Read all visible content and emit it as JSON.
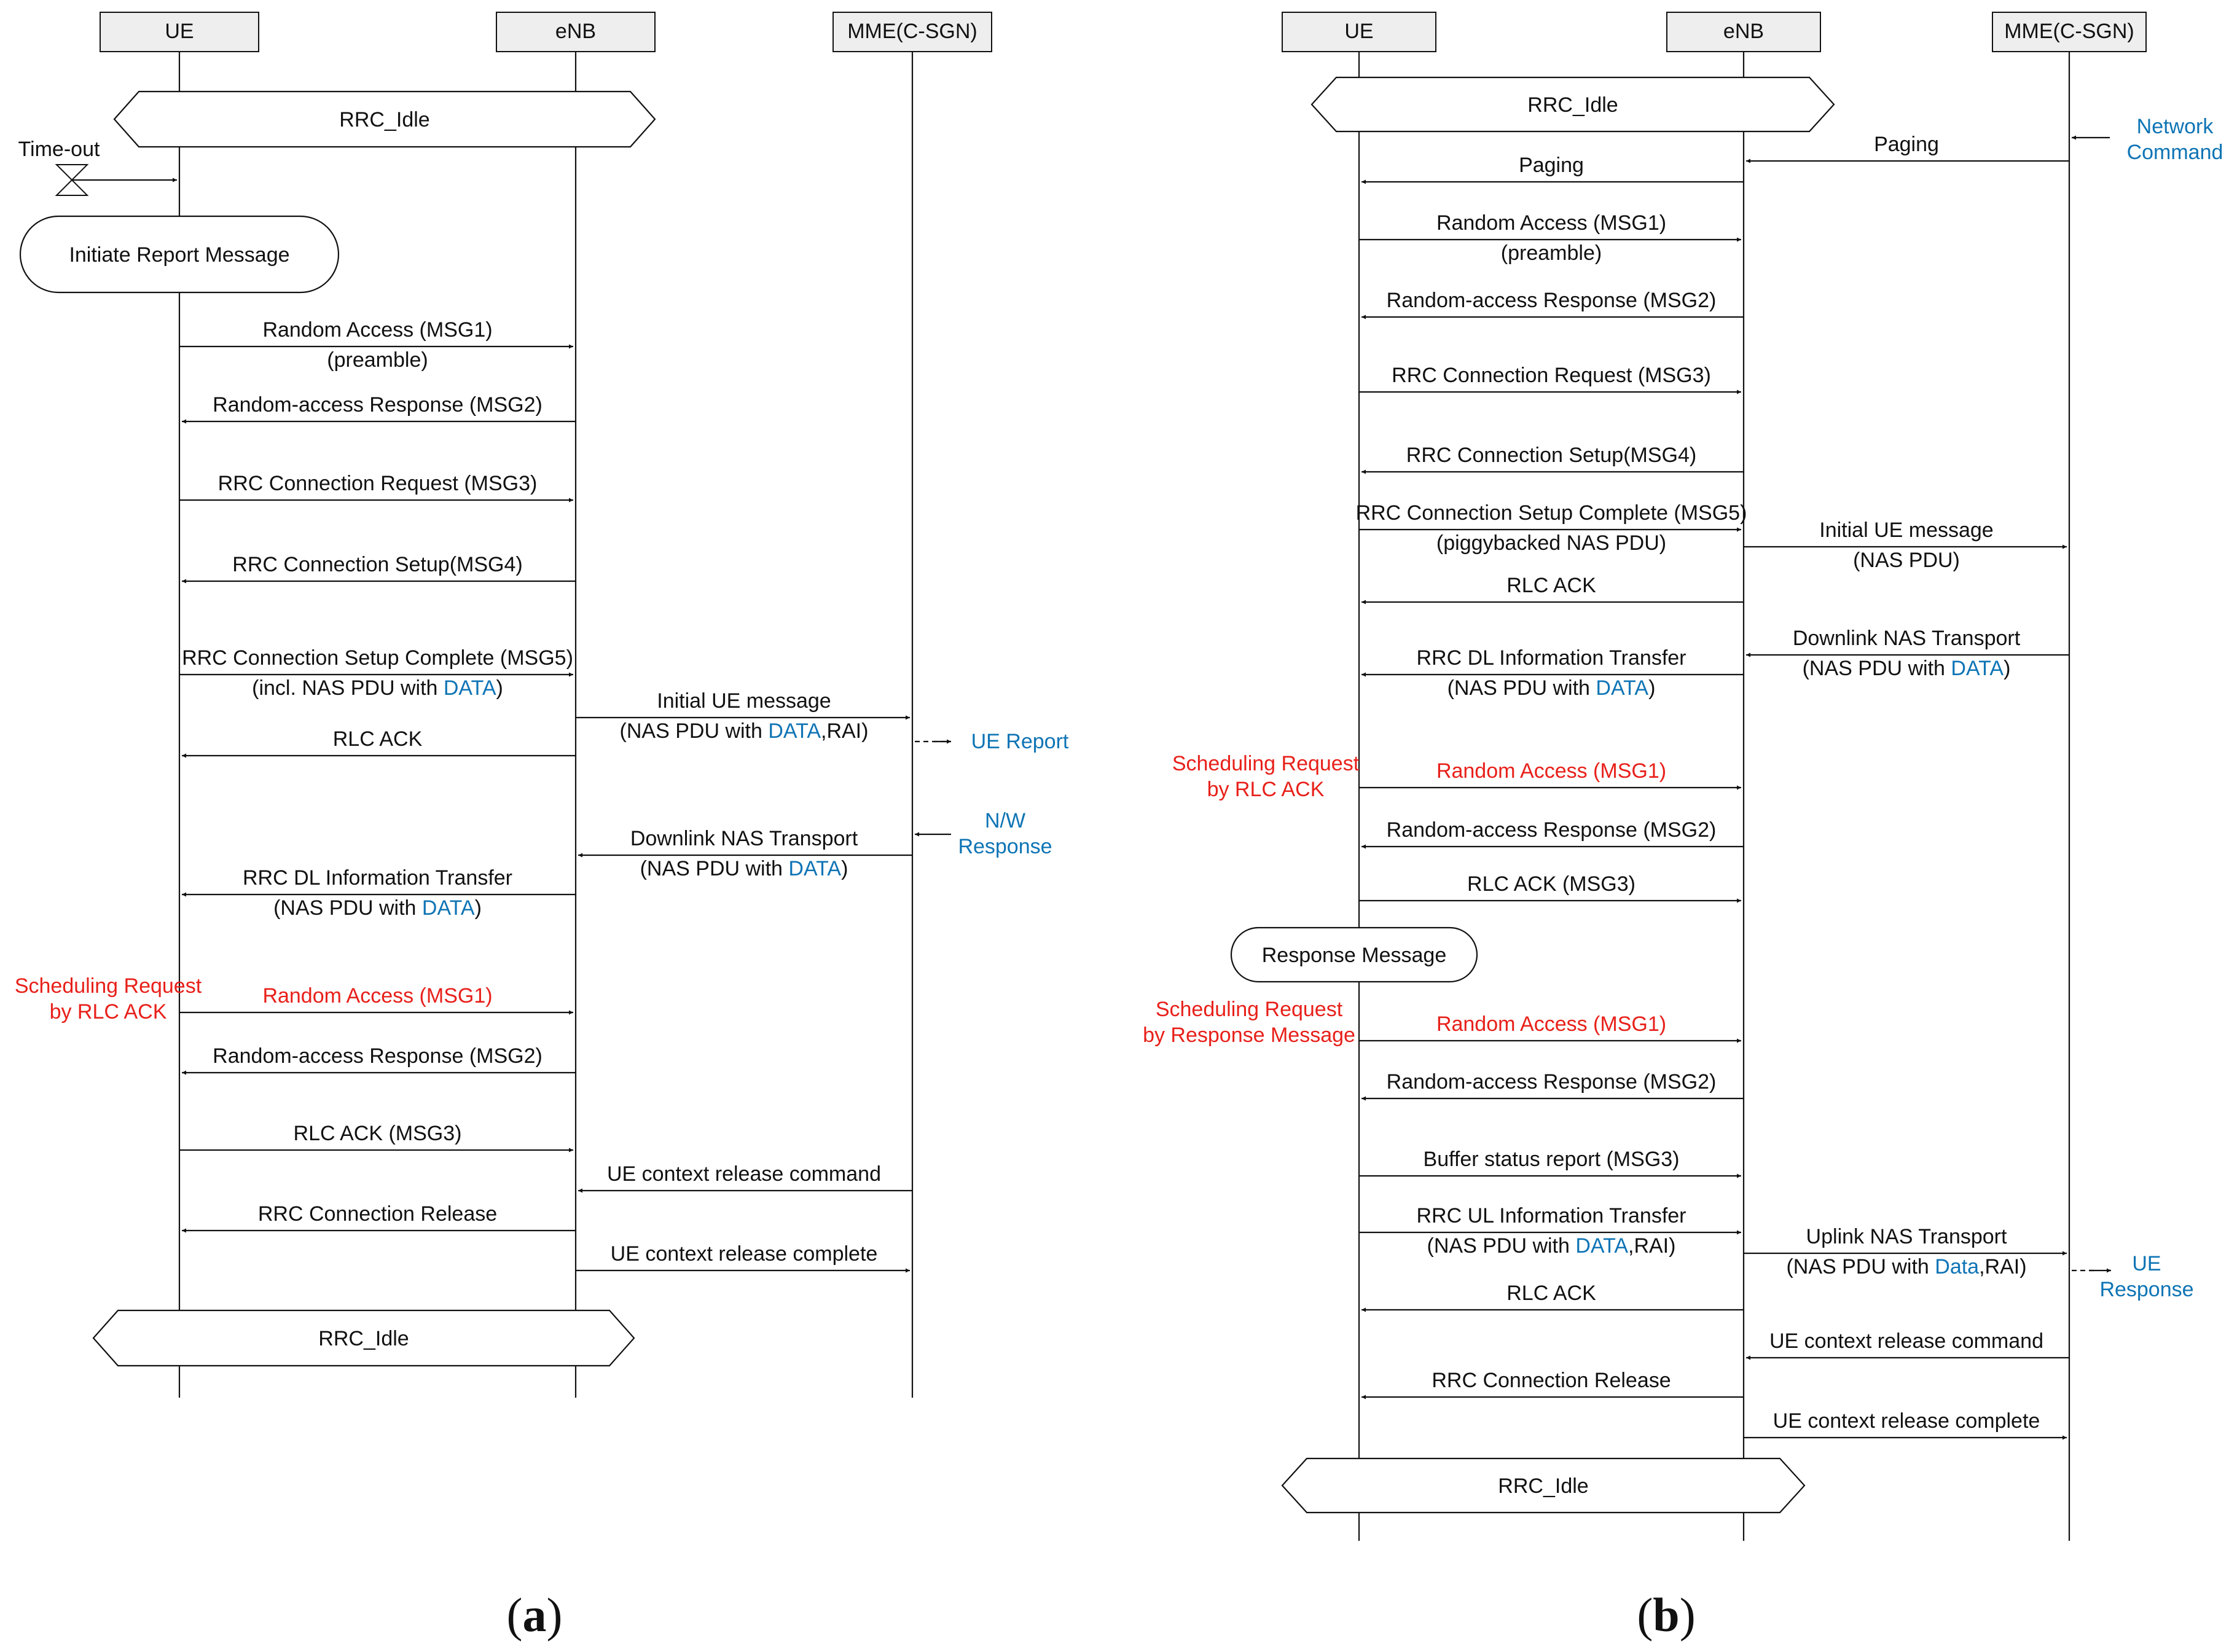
{
  "colors": {
    "line": "#111111",
    "blue": "#0e74b5",
    "red": "#e8201a",
    "box_fill": "#eeeeee"
  },
  "panel_a": {
    "caption": [
      "(",
      "a",
      ")"
    ],
    "participants": [
      "UE",
      "eNB",
      "MME(C-SGN)"
    ],
    "states": [
      "RRC_Idle",
      "RRC_Idle"
    ],
    "timeout_label": "Time-out",
    "process_label": "Initiate Report Message",
    "messages": [
      {
        "from": 0,
        "to": 1,
        "lines": [
          [
            "Random Access (MSG1)"
          ],
          [
            "(preamble)"
          ]
        ]
      },
      {
        "from": 1,
        "to": 0,
        "lines": [
          [
            "Random-access Response (MSG2)"
          ]
        ]
      },
      {
        "from": 0,
        "to": 1,
        "lines": [
          [
            "RRC Connection Request (MSG3)"
          ]
        ]
      },
      {
        "from": 1,
        "to": 0,
        "lines": [
          [
            "RRC Connection Setup(MSG4)"
          ]
        ]
      },
      {
        "from": 0,
        "to": 1,
        "lines": [
          [
            "RRC Connection Setup Complete (MSG5)"
          ],
          [
            "(incl. NAS PDU with ",
            "DATA",
            ")"
          ]
        ]
      },
      {
        "from": 1,
        "to": 2,
        "lines": [
          [
            "Initial UE message"
          ],
          [
            "(NAS PDU with ",
            "DATA",
            ",RAI)"
          ]
        ]
      },
      {
        "from": 1,
        "to": 0,
        "lines": [
          [
            "RLC ACK"
          ]
        ]
      },
      {
        "from": 2,
        "to": 1,
        "lines": [
          [
            "Downlink NAS Transport"
          ],
          [
            "(NAS PDU with ",
            "DATA",
            ")"
          ]
        ]
      },
      {
        "from": 1,
        "to": 0,
        "lines": [
          [
            "RRC DL Information Transfer"
          ],
          [
            "(NAS PDU with ",
            "DATA",
            ")"
          ]
        ]
      },
      {
        "from": 0,
        "to": 1,
        "lines": [
          [
            "Random Access (MSG1)"
          ]
        ],
        "red": true
      },
      {
        "from": 1,
        "to": 0,
        "lines": [
          [
            "Random-access Response (MSG2)"
          ]
        ]
      },
      {
        "from": 0,
        "to": 1,
        "lines": [
          [
            "RLC ACK (MSG3)"
          ]
        ]
      },
      {
        "from": 2,
        "to": 1,
        "lines": [
          [
            "UE context release command"
          ]
        ]
      },
      {
        "from": 1,
        "to": 0,
        "lines": [
          [
            "RRC Connection Release"
          ]
        ]
      },
      {
        "from": 1,
        "to": 2,
        "lines": [
          [
            "UE context release complete"
          ]
        ]
      }
    ],
    "side_notes": [
      {
        "lines": [
          "UE Report"
        ],
        "color": "blue"
      },
      {
        "lines": [
          "N/W",
          "Response"
        ],
        "color": "blue"
      },
      {
        "lines": [
          "Scheduling Request",
          "by RLC ACK"
        ],
        "color": "red"
      }
    ]
  },
  "panel_b": {
    "caption": [
      "(",
      "b",
      ")"
    ],
    "participants": [
      "UE",
      "eNB",
      "MME(C-SGN)"
    ],
    "states": [
      "RRC_Idle",
      "RRC_Idle"
    ],
    "process_label": "Response Message",
    "messages": [
      {
        "from": 2,
        "to": 1,
        "lines": [
          [
            "Paging"
          ]
        ]
      },
      {
        "from": 1,
        "to": 0,
        "lines": [
          [
            "Paging"
          ]
        ]
      },
      {
        "from": 0,
        "to": 1,
        "lines": [
          [
            "Random Access (MSG1)"
          ],
          [
            "(preamble)"
          ]
        ]
      },
      {
        "from": 1,
        "to": 0,
        "lines": [
          [
            "Random-access Response (MSG2)"
          ]
        ]
      },
      {
        "from": 0,
        "to": 1,
        "lines": [
          [
            "RRC Connection Request (MSG3)"
          ]
        ]
      },
      {
        "from": 1,
        "to": 0,
        "lines": [
          [
            "RRC Connection Setup(MSG4)"
          ]
        ]
      },
      {
        "from": 0,
        "to": 1,
        "lines": [
          [
            "RRC Connection Setup Complete (MSG5)"
          ],
          [
            "(piggybacked NAS PDU)"
          ]
        ]
      },
      {
        "from": 1,
        "to": 2,
        "lines": [
          [
            "Initial UE message"
          ],
          [
            "(NAS PDU)"
          ]
        ]
      },
      {
        "from": 1,
        "to": 0,
        "lines": [
          [
            "RLC ACK"
          ]
        ]
      },
      {
        "from": 2,
        "to": 1,
        "lines": [
          [
            "Downlink NAS Transport"
          ],
          [
            "(NAS PDU with ",
            "DATA",
            ")"
          ]
        ]
      },
      {
        "from": 1,
        "to": 0,
        "lines": [
          [
            "RRC DL Information Transfer"
          ],
          [
            "(NAS PDU with ",
            "DATA",
            ")"
          ]
        ]
      },
      {
        "from": 0,
        "to": 1,
        "lines": [
          [
            "Random Access (MSG1)"
          ]
        ],
        "red": true
      },
      {
        "from": 1,
        "to": 0,
        "lines": [
          [
            "Random-access Response (MSG2)"
          ]
        ]
      },
      {
        "from": 0,
        "to": 1,
        "lines": [
          [
            "RLC ACK (MSG3)"
          ]
        ]
      },
      {
        "from": 0,
        "to": 1,
        "lines": [
          [
            "Random Access (MSG1)"
          ]
        ],
        "red": true
      },
      {
        "from": 1,
        "to": 0,
        "lines": [
          [
            "Random-access Response (MSG2)"
          ]
        ]
      },
      {
        "from": 0,
        "to": 1,
        "lines": [
          [
            "Buffer status report (MSG3)"
          ]
        ]
      },
      {
        "from": 0,
        "to": 1,
        "lines": [
          [
            "RRC UL Information Transfer"
          ],
          [
            "(NAS PDU with ",
            "DATA",
            ",RAI)"
          ]
        ]
      },
      {
        "from": 1,
        "to": 2,
        "lines": [
          [
            "Uplink NAS Transport"
          ],
          [
            "(NAS PDU with ",
            "Data",
            ",RAI)"
          ]
        ]
      },
      {
        "from": 1,
        "to": 0,
        "lines": [
          [
            "RLC ACK"
          ]
        ]
      },
      {
        "from": 2,
        "to": 1,
        "lines": [
          [
            "UE context release command"
          ]
        ]
      },
      {
        "from": 1,
        "to": 0,
        "lines": [
          [
            "RRC Connection Release"
          ]
        ]
      },
      {
        "from": 1,
        "to": 2,
        "lines": [
          [
            "UE context release complete"
          ]
        ]
      }
    ],
    "side_notes": [
      {
        "lines": [
          "Network",
          "Command"
        ],
        "color": "blue"
      },
      {
        "lines": [
          "Scheduling Request",
          "by RLC ACK"
        ],
        "color": "red"
      },
      {
        "lines": [
          "Scheduling Request",
          "by Response Message"
        ],
        "color": "red"
      },
      {
        "lines": [
          "UE",
          "Response"
        ],
        "color": "blue"
      }
    ]
  }
}
